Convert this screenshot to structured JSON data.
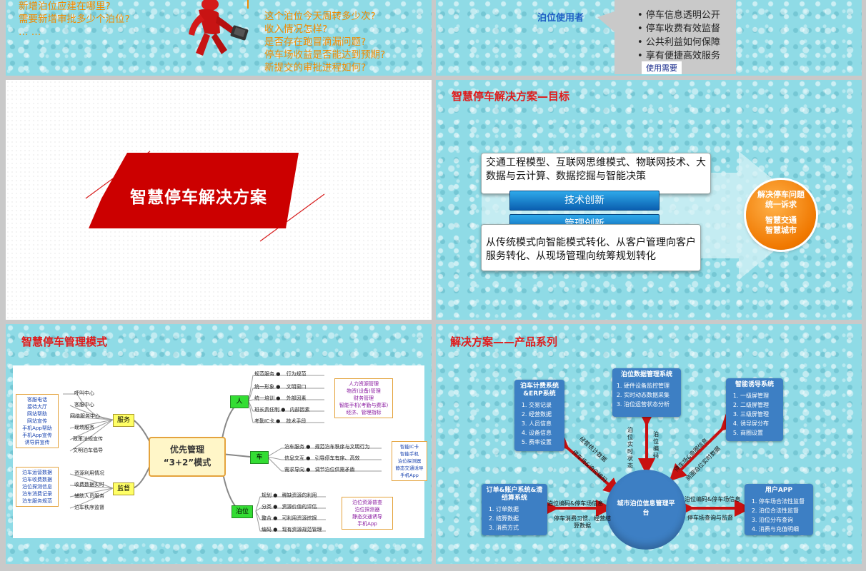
{
  "s1": {
    "questions_left": [
      "新增泊位应建在哪里?",
      "需要新增审批多少个泊位?",
      "… …"
    ],
    "questions_right": [
      "这个泊位今天周转多少次?",
      "收入情况怎样?",
      "是否存在跑冒滴漏问题?",
      "停车场收益是否能达到预期?",
      "新提交的审批进程如何?"
    ]
  },
  "s2": {
    "user_label": "泊位使用者",
    "needs": [
      "停车信息透明公开",
      "停车收费有效监督",
      "公共利益如何保障",
      "享有便捷高效服务"
    ],
    "needs_tag": "使用需要"
  },
  "s3": {
    "title": "智慧停车解决方案"
  },
  "s4": {
    "title": "智慧停车解决方案—目标",
    "top_text": "交通工程模型、互联网思维模式、物联网技术、大数据与云计算、数据挖掘与智能决策",
    "btn1": "技术创新",
    "btn2": "管理创新",
    "bottom_text": "从传统模式向智能模式转化、从客户管理向客户服务转化、从现场管理向统筹规划转化",
    "circle_line1": "解决停车问题",
    "circle_line2": "统一诉求",
    "circle_line3": "智慧交通",
    "circle_line4": "智慧城市"
  },
  "s5": {
    "title": "智慧停车管理模式",
    "center_line1": "优先管理",
    "center_line2": "“3+2”模式",
    "service": "服务",
    "supervise": "监督",
    "person": "人",
    "car": "车",
    "berth": "泊位",
    "left_box1": [
      "客服电话",
      "接待大厅",
      "网站帮助",
      "网站宣传",
      "手机App帮助",
      "手机App宣传",
      "诱导屏宣传"
    ],
    "left_box2": [
      "泊车运营数据",
      "泊车收费数据",
      "泊位探测信息",
      "泊车消费记录",
      "泊车服务规范"
    ],
    "service_items": [
      "呼叫中心",
      "客服中心",
      "网络服务中心",
      "现场服务",
      "政策法规宣传",
      "文明泊车倡导"
    ],
    "supervise_items": [
      "资源利用情况",
      "收费数据实时",
      "辅助人员服务",
      "泊车秩序监督"
    ],
    "person_items": [
      [
        "规范服务",
        "行为规范"
      ],
      [
        "统一形象",
        "文明窗口"
      ],
      [
        "统一培训",
        "外部因素"
      ],
      [
        "班长责任制",
        "内部因素"
      ],
      [
        "考勤IC卡",
        "技术手段"
      ]
    ],
    "car_items": [
      [
        "泊车服务",
        "规范泊车秩序与文明行为"
      ],
      [
        "信息交互",
        "引导停车有序、高效"
      ],
      [
        "需求导向",
        "调节泊位供需矛盾"
      ]
    ],
    "berth_items": [
      [
        "规划",
        "稀缺资源的利用"
      ],
      [
        "分类",
        "资源价值的评估"
      ],
      [
        "整合",
        "可利用资源挖掘"
      ],
      [
        "编码",
        "现有资源规范管理"
      ]
    ],
    "right_box1": [
      "人力资源管理",
      "物资(设备)管理",
      "财务管理",
      "智能手机(考勤与费率)",
      "经济、管理指标"
    ],
    "right_box2": [
      "智能IC卡",
      "智能手机",
      "泊位探测器",
      "静态交通诱导",
      "手机App"
    ],
    "right_box3": [
      "泊位资源普查",
      "泊位探测器",
      "静态交通诱导",
      "手机App"
    ]
  },
  "s6": {
    "title": "解决方案——产品系列",
    "center": "城市泊位信息管理平台",
    "erp": {
      "title": "泊车计费系统&ERP系统",
      "items": [
        "交易记录",
        "经营数据",
        "人员信息",
        "设备信息",
        "费率设置"
      ]
    },
    "data": {
      "title": "泊位数据管理系统",
      "items": [
        "硬件设备监控管理",
        "实时动态数据采集",
        "泊位运营状态分析"
      ]
    },
    "guide": {
      "title": "智能诱导系统",
      "items": [
        "一级屏管理",
        "二级屏管理",
        "三级屏管理",
        "诱导屏分布",
        "商圈设置"
      ]
    },
    "order": {
      "title": "订单&账户系统&清结算系统",
      "items": [
        "订单数据",
        "结算数据",
        "消费方式"
      ]
    },
    "app": {
      "title": "用户APP",
      "items": [
        "停车场合法性监督",
        "泊位合法性监督",
        "泊位分布查询",
        "消费与充值明细"
      ]
    },
    "labels": {
      "l1": "经营统计数据",
      "l2": "停车场&泊位编码",
      "l3": "泊位实时状态",
      "l4": "泊位编码",
      "l5": "停车场&商圈信息",
      "l6": "商圈泊位实时数据",
      "l7": "泊位编码&停车场信息",
      "l8": "停车消费习惯、经营结算数据",
      "l9": "泊位编码&停车场信息",
      "l10": "停车场查询与监督"
    }
  }
}
